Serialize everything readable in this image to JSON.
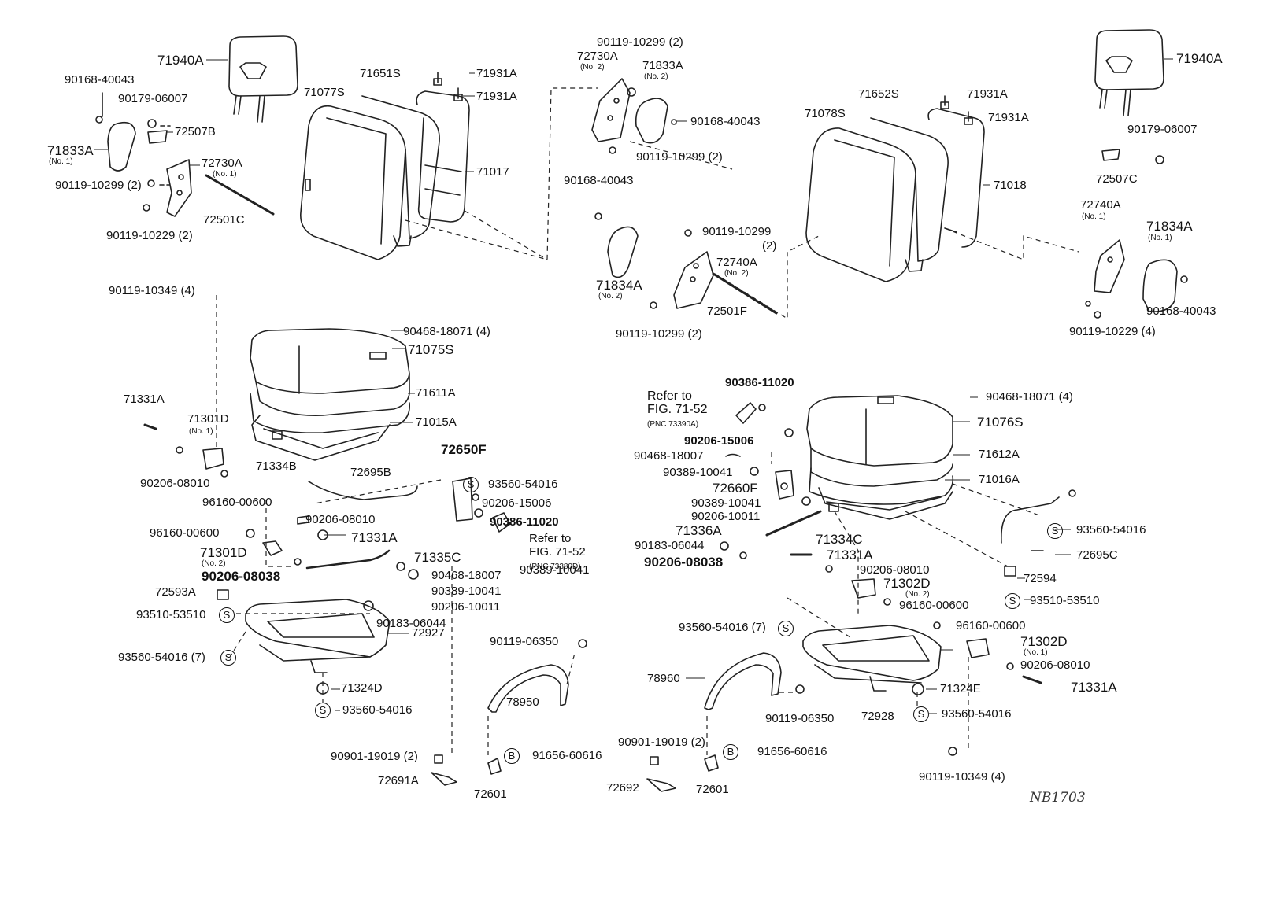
{
  "diagram_code": "NB1703",
  "refs": {
    "left": {
      "line1": "Refer to",
      "line2": "FIG. 71-52",
      "line3": "(PNC 73380D)"
    },
    "right": {
      "line1": "Refer to",
      "line2": "FIG. 71-52",
      "line3": "(PNC 73390A)"
    }
  },
  "notes": {
    "no1": "(No. 1)",
    "no2": "(No. 2)",
    "suffix2": "(2)",
    "suffix4": "(4)"
  },
  "symbols": {
    "s": "S",
    "b": "B"
  },
  "labels": {
    "p71940A_l": "71940A",
    "p90168_40043_l": "90168-40043",
    "p90179_06007_l": "90179-06007",
    "p72507B": "72507B",
    "p71833A_l": "71833A",
    "p72730A_l": "72730A",
    "p90119_10299_l": "90119-10299 (2)",
    "p72501C": "72501C",
    "p90119_10229_l": "90119-10229 (2)",
    "p71077S": "71077S",
    "p71651S": "71651S",
    "p71931A_1": "71931A",
    "p71931A_2": "71931A",
    "p71017": "71017",
    "p90119_10299_c1": "90119-10299 (2)",
    "p72730A_c": "72730A",
    "p71833A_c": "71833A",
    "p90168_40043_c": "90168-40043",
    "p90119_10299_c2": "90119-10299 (2)",
    "p90168_40043_c2": "90168-40043",
    "p71834A_c": "71834A",
    "p90119_10299_c3": "90119-10299",
    "p72740A_c": "72740A",
    "p72501F": "72501F",
    "p90119_10299_c4": "90119-10299 (2)",
    "p71078S": "71078S",
    "p71652S": "71652S",
    "p71931A_3": "71931A",
    "p71931A_4": "71931A",
    "p71018": "71018",
    "p71940A_r": "71940A",
    "p90179_06007_r": "90179-06007",
    "p72507C": "72507C",
    "p72740A_r": "72740A",
    "p71834A_r": "71834A",
    "p90168_40043_r": "90168-40043",
    "p90119_10229_r": "90119-10229 (4)",
    "p90119_10349_l": "90119-10349 (4)",
    "p90468_18071_l": "90468-18071 (4)",
    "p71075S": "71075S",
    "p71611A": "71611A",
    "p71015A": "71015A",
    "p71331A_l1": "71331A",
    "p71301D_l": "71301D",
    "p71334B": "71334B",
    "p90206_08010_l1": "90206-08010",
    "p96160_00600_l1": "96160-00600",
    "p72695B": "72695B",
    "p72650F": "72650F",
    "p93560_54016_l1": "93560-54016",
    "p90206_15006_l": "90206-15006",
    "p90386_11020_l": "90386-11020",
    "p90206_08010_l2": "90206-08010",
    "p96160_00600_l2": "96160-00600",
    "p71331A_l2": "71331A",
    "p71301D_l2": "71301D",
    "p90206_08038_l": "90206-08038",
    "p71335C": "71335C",
    "p90468_18007_l": "90468-18007",
    "p90389_10041_l1": "90389-10041",
    "p90389_10041_l2": "90389-10041",
    "p90206_10011_l": "90206-10011",
    "p90183_06044_l": "90183-06044",
    "p72593A": "72593A",
    "p93510_53510_l": "93510-53510",
    "p72927": "72927",
    "p93560_54016_l7": "93560-54016 (7)",
    "p71324D": "71324D",
    "p93560_54016_l2": "93560-54016",
    "p90119_06350_l": "90119-06350",
    "p78950": "78950",
    "p90901_19019_l": "90901-19019 (2)",
    "p91656_60616_l": "91656-60616",
    "p72691A": "72691A",
    "p72601_l": "72601",
    "p90386_11020_r": "90386-11020",
    "p90206_15006_r": "90206-15006",
    "p90468_18007_r": "90468-18007",
    "p90389_10041_r1": "90389-10041",
    "p72660F": "72660F",
    "p90389_10041_r2": "90389-10041",
    "p90206_10011_r": "90206-10011",
    "p71336A": "71336A",
    "p90183_06044_r": "90183-06044",
    "p90206_08038_r": "90206-08038",
    "p90468_18071_r": "90468-18071 (4)",
    "p71076S": "71076S",
    "p71612A": "71612A",
    "p71016A": "71016A",
    "p71334C": "71334C",
    "p93560_54016_r1": "93560-54016",
    "p72695C": "72695C",
    "p71331A_r1": "71331A",
    "p90206_08010_r1": "90206-08010",
    "p71302D_r1": "71302D",
    "p96160_00600_r1": "96160-00600",
    "p72594": "72594",
    "p93510_53510_r": "93510-53510",
    "p93560_54016_r7": "93560-54016 (7)",
    "p96160_00600_r2": "96160-00600",
    "p71302D_r2": "71302D",
    "p90206_08010_r2": "90206-08010",
    "p71331A_r2": "71331A",
    "p78960": "78960",
    "p71324E": "71324E",
    "p90119_06350_r": "90119-06350",
    "p72928": "72928",
    "p93560_54016_r2": "93560-54016",
    "p90901_19019_r": "90901-19019 (2)",
    "p91656_60616_r": "91656-60616",
    "p72692": "72692",
    "p72601_r": "72601",
    "p90119_10349_r": "90119-10349 (4)"
  }
}
